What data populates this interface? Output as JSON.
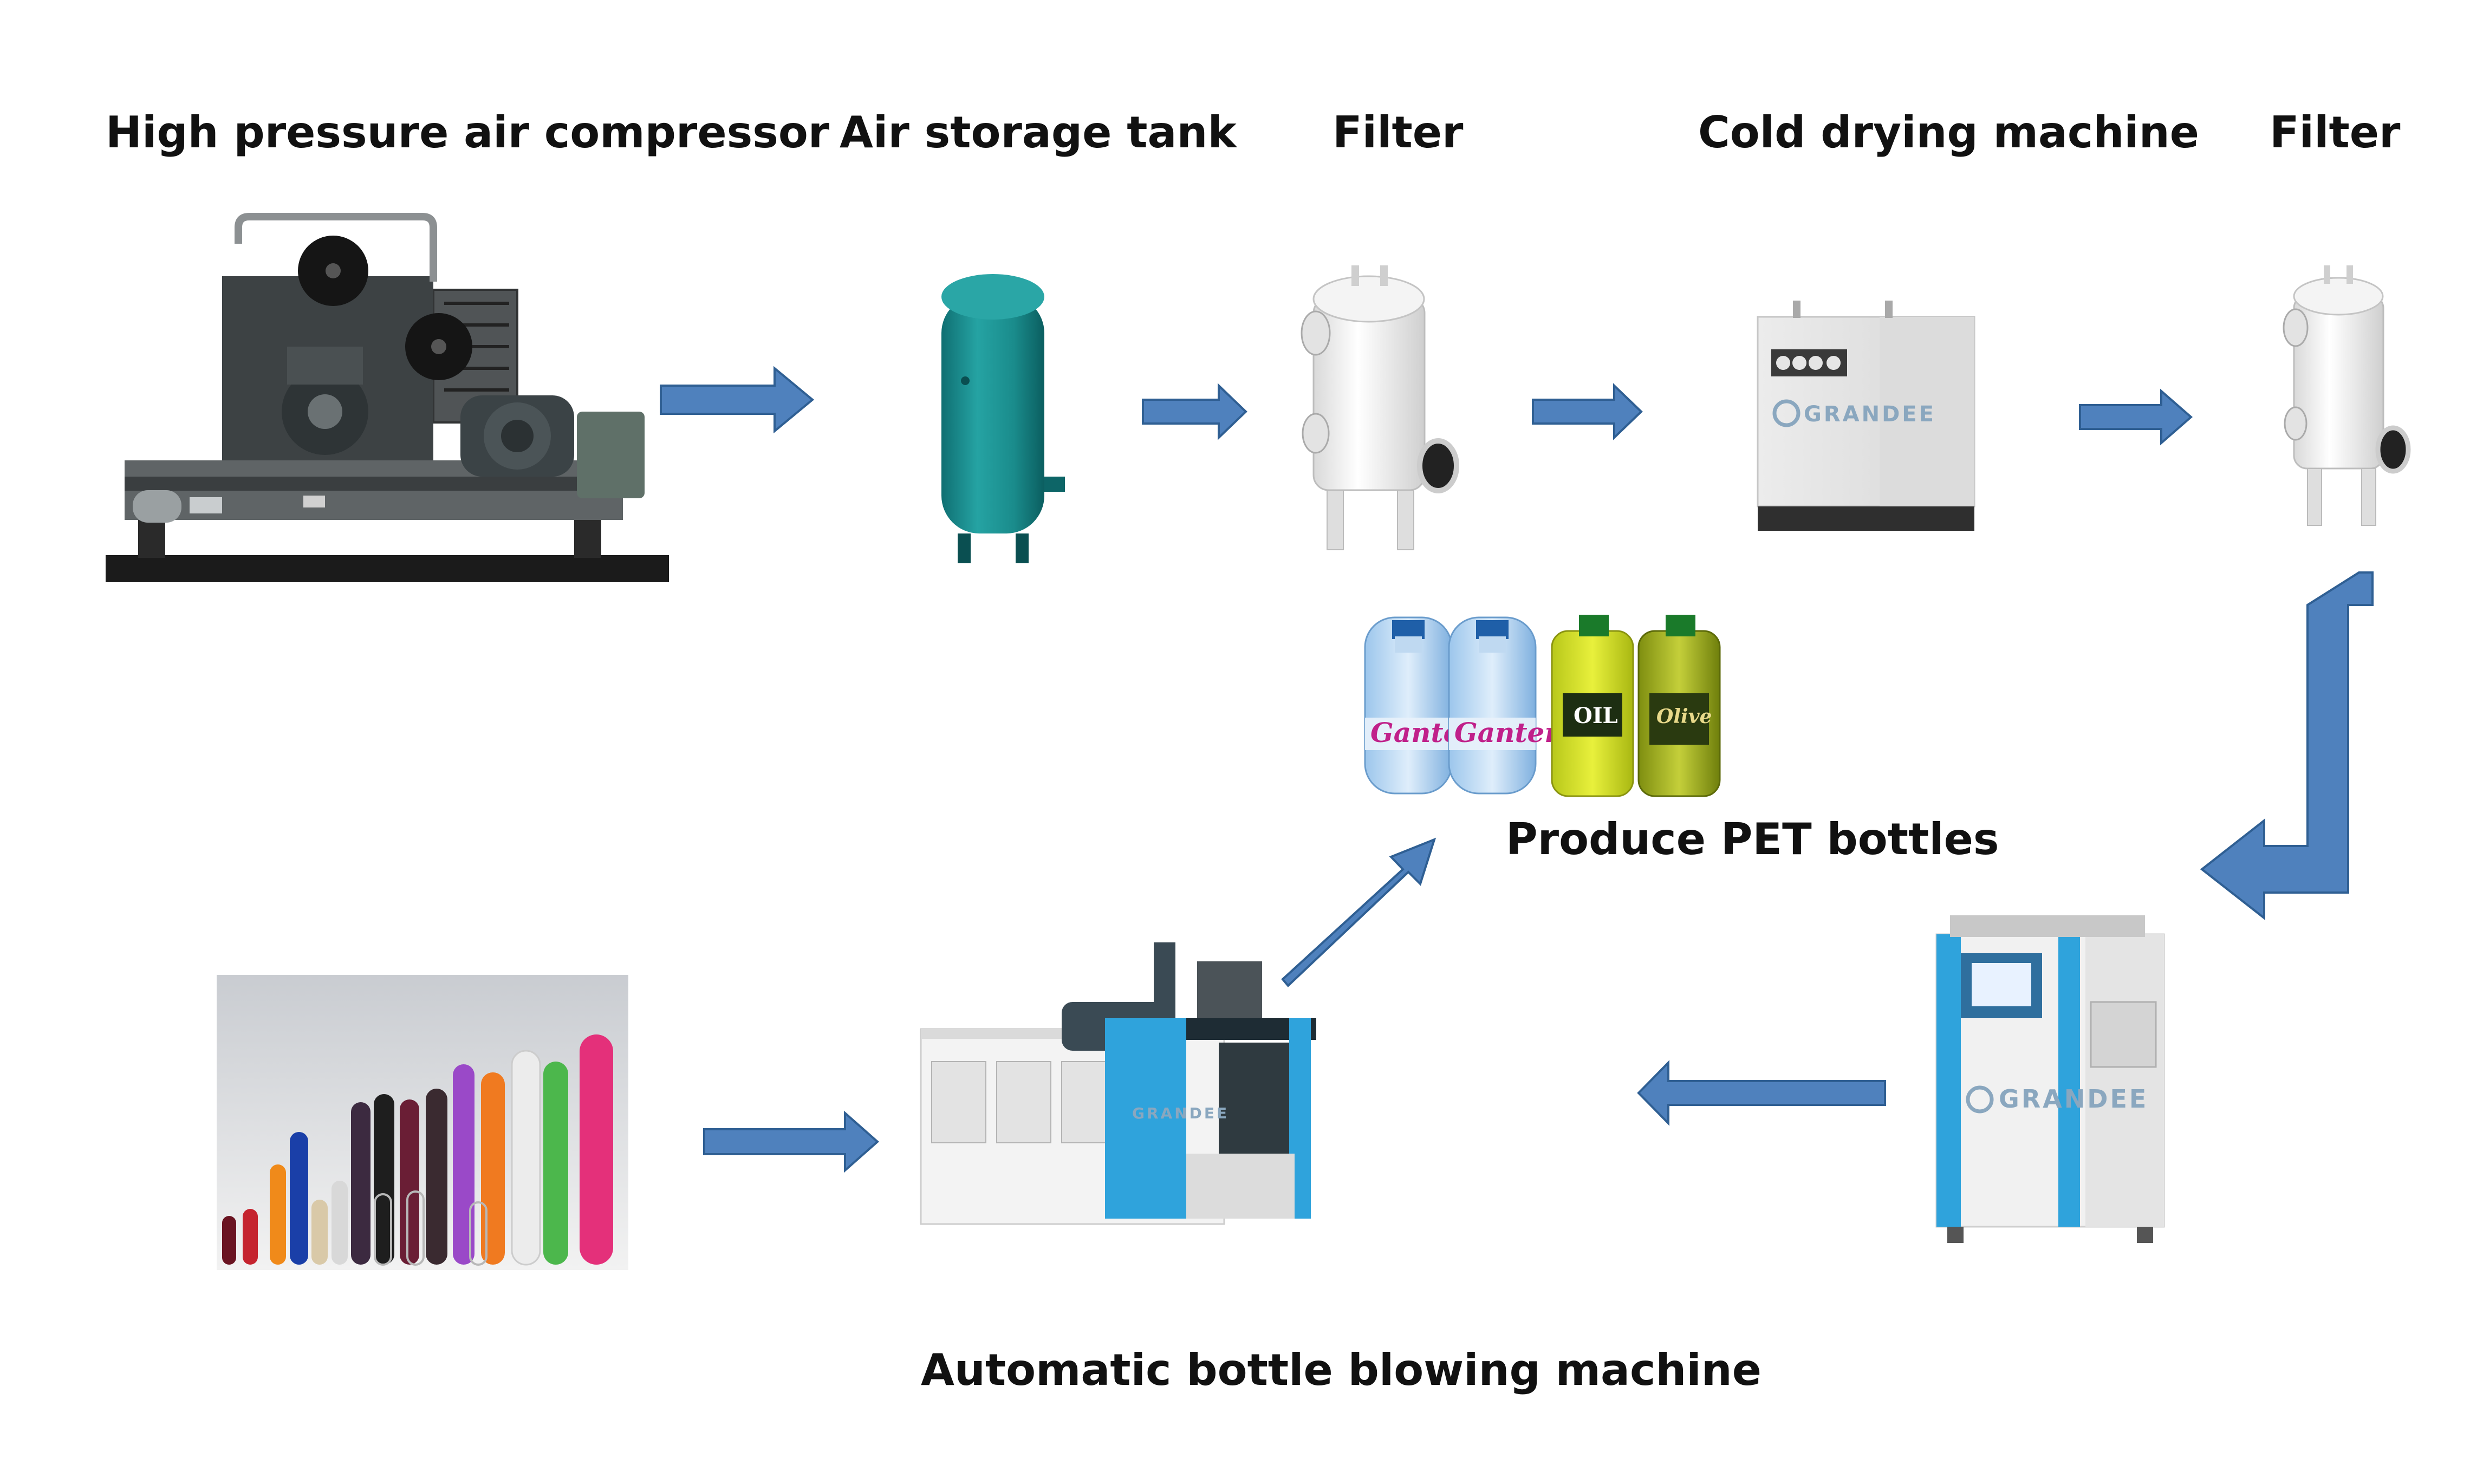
{
  "labels": {
    "compressor": "High pressure air compressor",
    "tank": "Air storage tank",
    "filter1": "Filter",
    "dryer": "Cold drying machine",
    "filter2": "Filter",
    "pet": "Produce PET bottles",
    "blower": "Automatic bottle blowing machine"
  },
  "brand": {
    "dryer": "GRANDEE",
    "chiller": "GRANDEE",
    "blower": "GRANDEE"
  },
  "bottles": {
    "water_brand": "Ganten",
    "oil_label": "OIL",
    "olive_label": "Olive"
  },
  "colors": {
    "arrow": "#4f81bd",
    "arrow_outline": "#2f5f93",
    "tank": "#1c8f8f",
    "machine_blue": "#2fa3dc"
  }
}
